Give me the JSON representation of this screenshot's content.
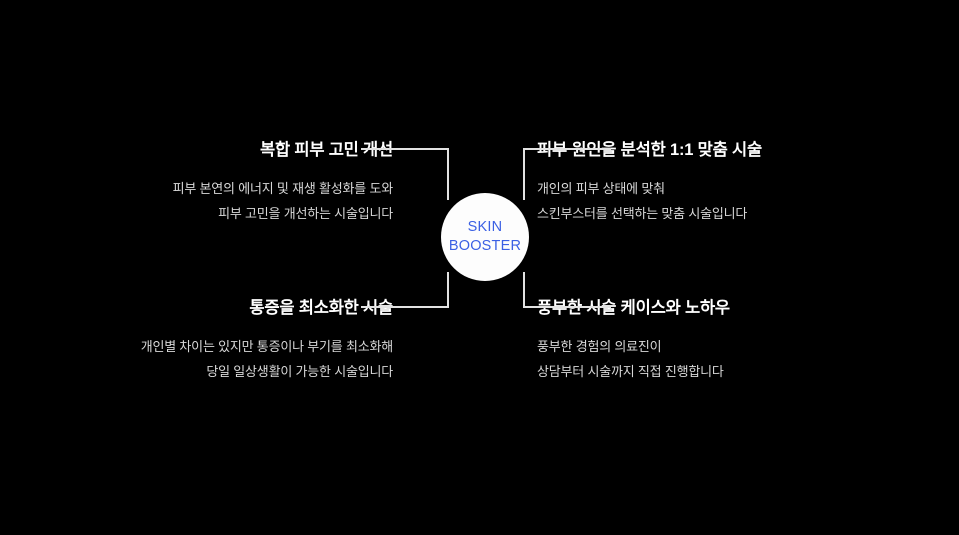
{
  "diagram": {
    "hub": {
      "name": "skin-booster-hub",
      "line1": "SKIN",
      "line2": "BOOSTER",
      "text_color": "#3b60e4",
      "background_color": "#fdfdfd"
    },
    "background_color": "#000000",
    "connector_color": "#e2e2e2",
    "heading_color": "#ffffff",
    "body_color": "#d8d8d8",
    "quadrants": [
      {
        "position": "top-left",
        "heading": "복합 피부 고민 개선",
        "body": [
          "피부 본연의 에너지 및 재생 활성화를 도와",
          "피부 고민을 개선하는 시술입니다"
        ]
      },
      {
        "position": "top-right",
        "heading": "피부 원인을 분석한 1:1 맞춤 시술",
        "body": [
          "개인의 피부 상태에 맞춰",
          "스킨부스터를 선택하는 맞춤 시술입니다"
        ]
      },
      {
        "position": "bottom-left",
        "heading": "통증을 최소화한 시술",
        "body": [
          "개인별 차이는 있지만 통증이나 부기를 최소화해",
          "당일 일상생활이 가능한 시술입니다"
        ]
      },
      {
        "position": "bottom-right",
        "heading": "풍부한 시술 케이스와 노하우",
        "body": [
          "풍부한 경험의 의료진이",
          "상담부터 시술까지 직접 진행합니다"
        ]
      }
    ]
  }
}
